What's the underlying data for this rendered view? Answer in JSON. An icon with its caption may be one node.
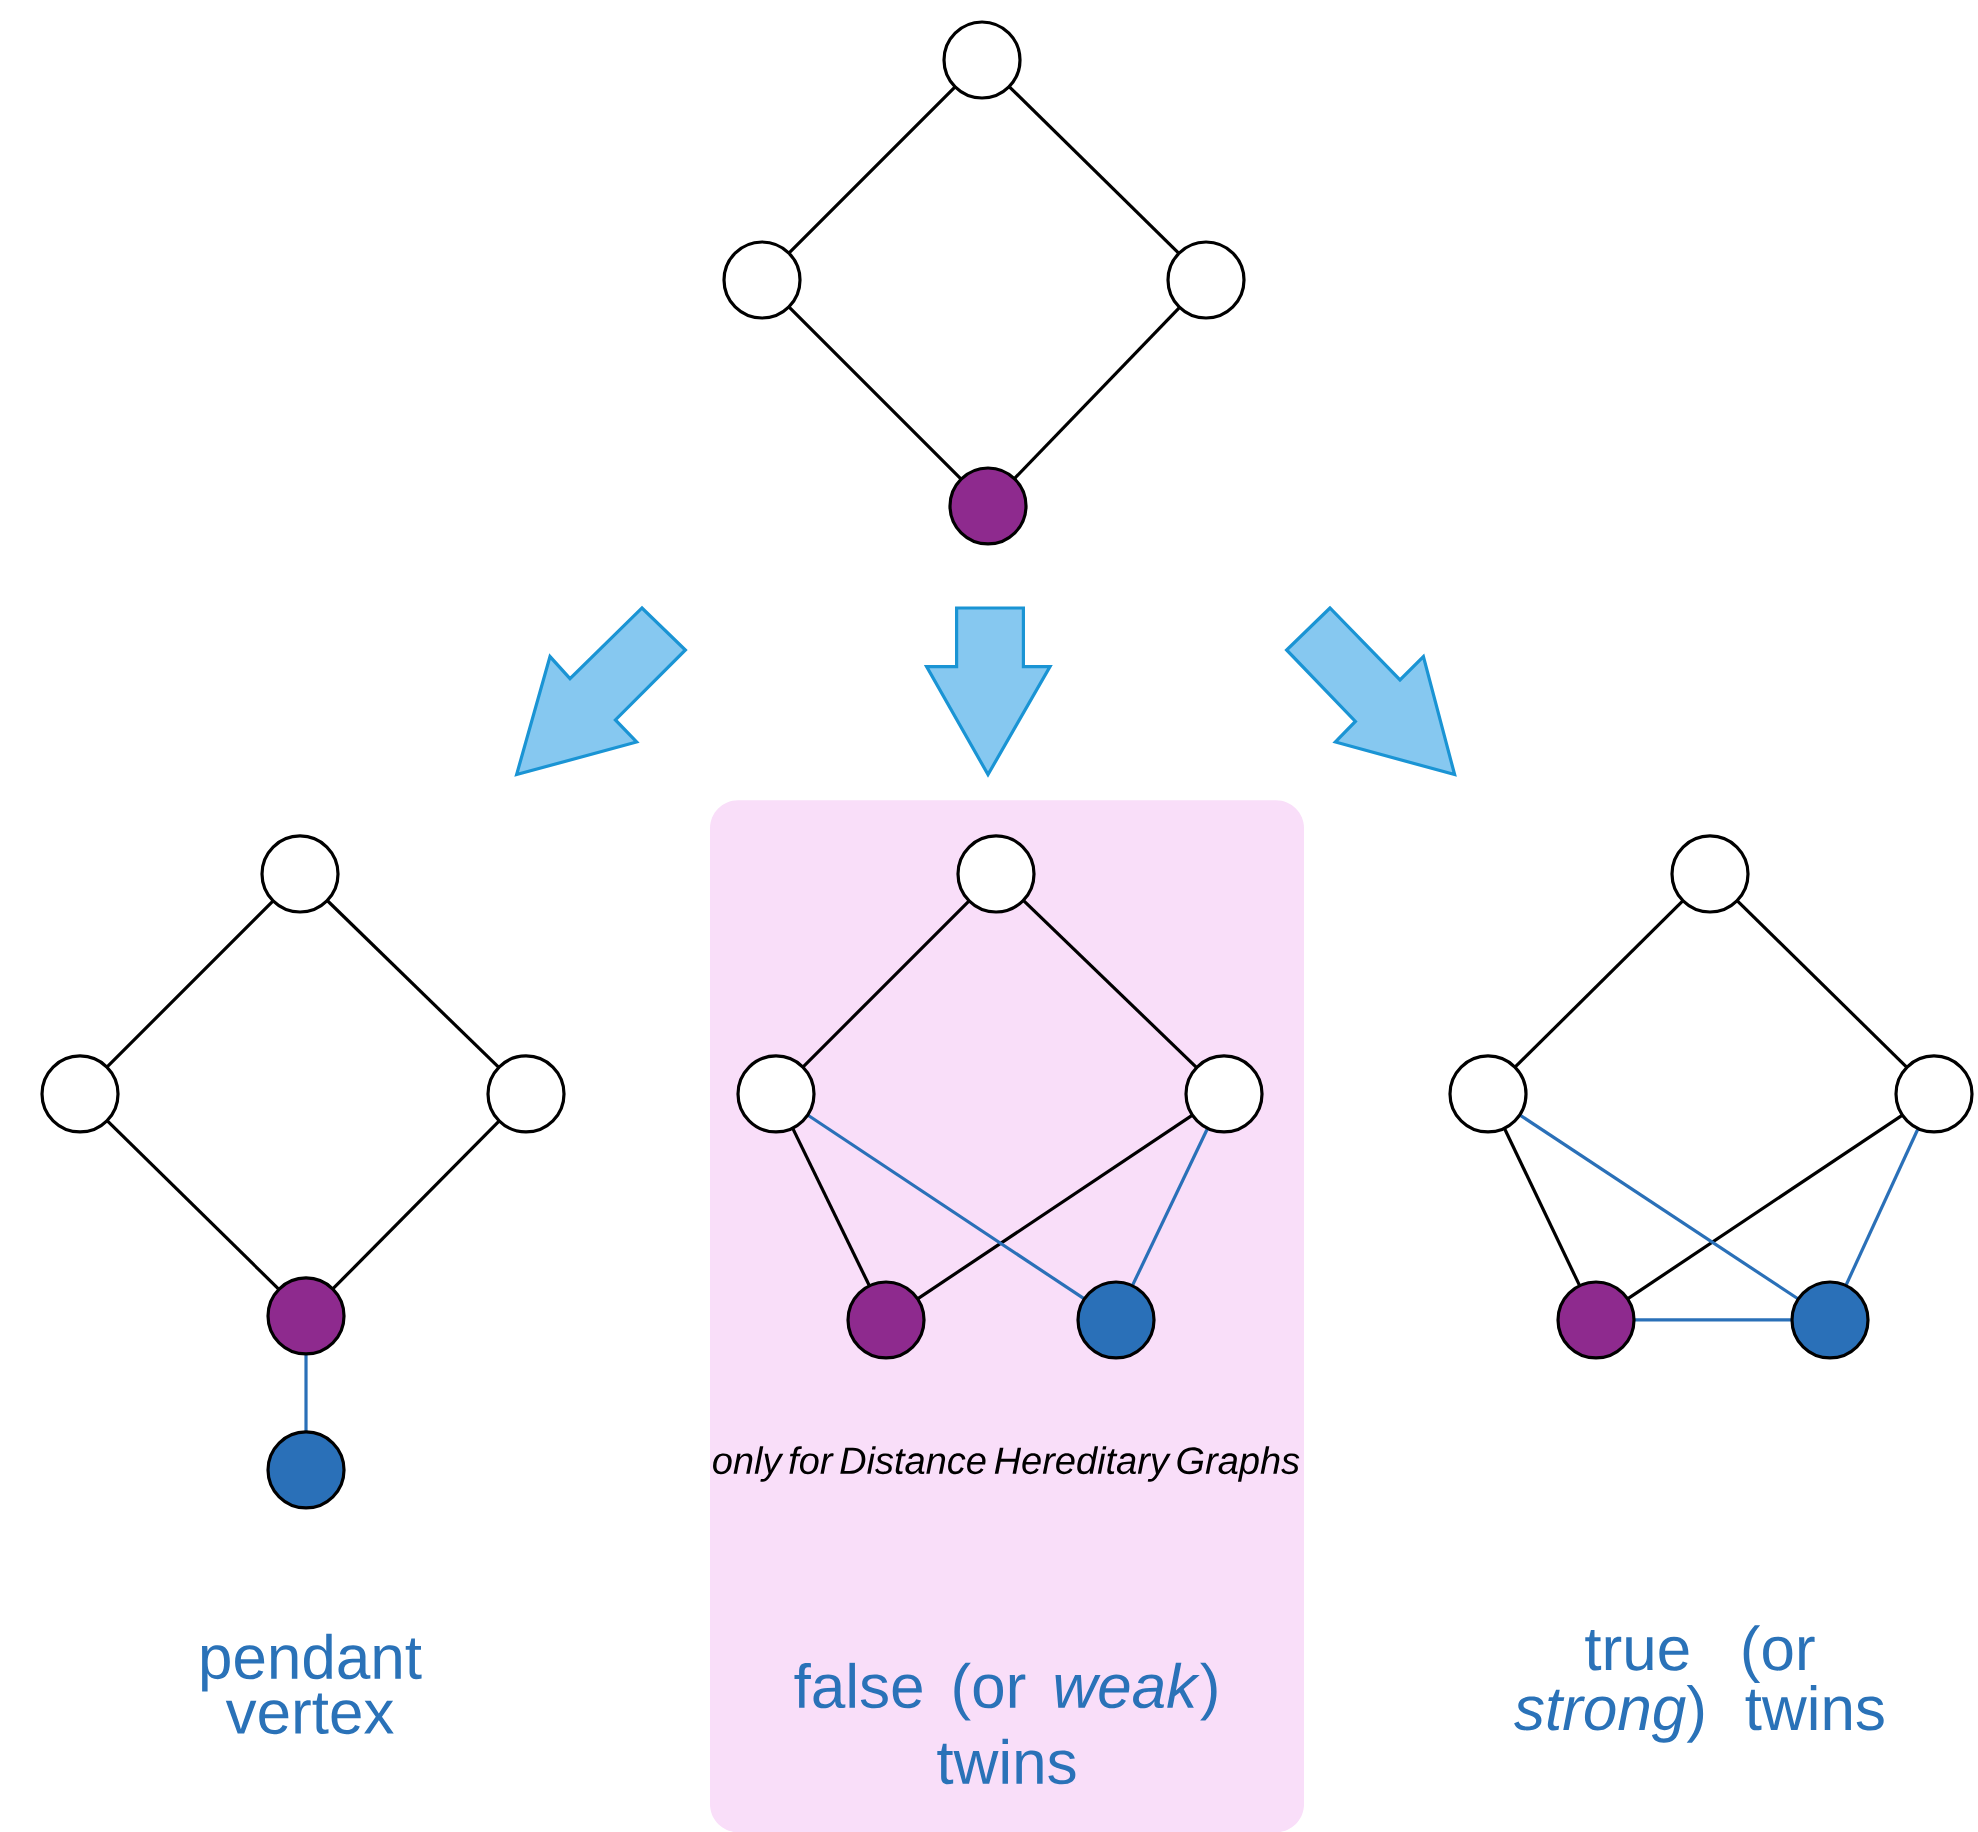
{
  "diagram": {
    "nodes": [
      {
        "text": [],
        "shape": "circle"
      },
      {
        "text": [],
        "shape": "circle"
      },
      {
        "text": [],
        "shape": "circle"
      },
      {
        "text": [],
        "shape": "circle"
      },
      {
        "text": [],
        "shape": "circle"
      },
      {
        "text": [],
        "shape": "circle"
      },
      {
        "text": [],
        "shape": "circle"
      },
      {
        "text": [],
        "shape": "circle"
      },
      {
        "text": [],
        "shape": "circle"
      },
      {
        "text": [
          "false (or *weak*) twins"
        ]
      },
      {
        "text": [],
        "shape": "circle",
        "in": 9
      },
      {
        "text": [],
        "shape": "circle",
        "in": 9
      },
      {
        "text": [],
        "shape": "circle",
        "in": 9
      },
      {
        "text": [],
        "shape": "circle",
        "in": 9
      },
      {
        "text": [],
        "shape": "circle",
        "in": 9
      },
      {
        "text": [],
        "shape": "circle"
      },
      {
        "text": [],
        "shape": "circle"
      },
      {
        "text": [],
        "shape": "circle"
      },
      {
        "text": [],
        "shape": "circle"
      },
      {
        "text": [],
        "shape": "circle"
      }
    ],
    "edges": [
      {
        "from": 0,
        "to": 1,
        "arrow": "none"
      },
      {
        "from": 0,
        "to": 2,
        "arrow": "none"
      },
      {
        "from": 1,
        "to": 3,
        "arrow": "none"
      },
      {
        "from": 2,
        "to": 3,
        "arrow": "none"
      },
      {
        "from": 4,
        "to": 5,
        "arrow": "none"
      },
      {
        "from": 4,
        "to": 6,
        "arrow": "none"
      },
      {
        "from": 5,
        "to": 7,
        "arrow": "none"
      },
      {
        "from": 6,
        "to": 7,
        "arrow": "none"
      },
      {
        "from": 7,
        "to": 8,
        "arrow": "none",
        "color": "#2a70b8"
      },
      {
        "from": 10,
        "to": 11,
        "arrow": "none"
      },
      {
        "from": 10,
        "to": 12,
        "arrow": "none"
      },
      {
        "from": 11,
        "to": 13,
        "arrow": "none"
      },
      {
        "from": 12,
        "to": 13,
        "arrow": "none"
      },
      {
        "from": 11,
        "to": 14,
        "arrow": "none",
        "color": "#2a70b8"
      },
      {
        "from": 12,
        "to": 14,
        "arrow": "none",
        "color": "#2a70b8"
      },
      {
        "from": 15,
        "to": 16,
        "arrow": "none"
      },
      {
        "from": 15,
        "to": 17,
        "arrow": "none"
      },
      {
        "from": 16,
        "to": 18,
        "arrow": "none"
      },
      {
        "from": 17,
        "to": 18,
        "arrow": "none"
      },
      {
        "from": 16,
        "to": 19,
        "arrow": "none",
        "color": "#2a70b8"
      },
      {
        "from": 17,
        "to": 19,
        "arrow": "none",
        "color": "#2a70b8"
      },
      {
        "from": 18,
        "to": 19,
        "arrow": "none",
        "color": "#2a70b8"
      }
    ],
    "labels": [
      "only for Distance Hereditary Graphs",
      "pendant vertex",
      "true (or *strong*) twins"
    ]
  }
}
